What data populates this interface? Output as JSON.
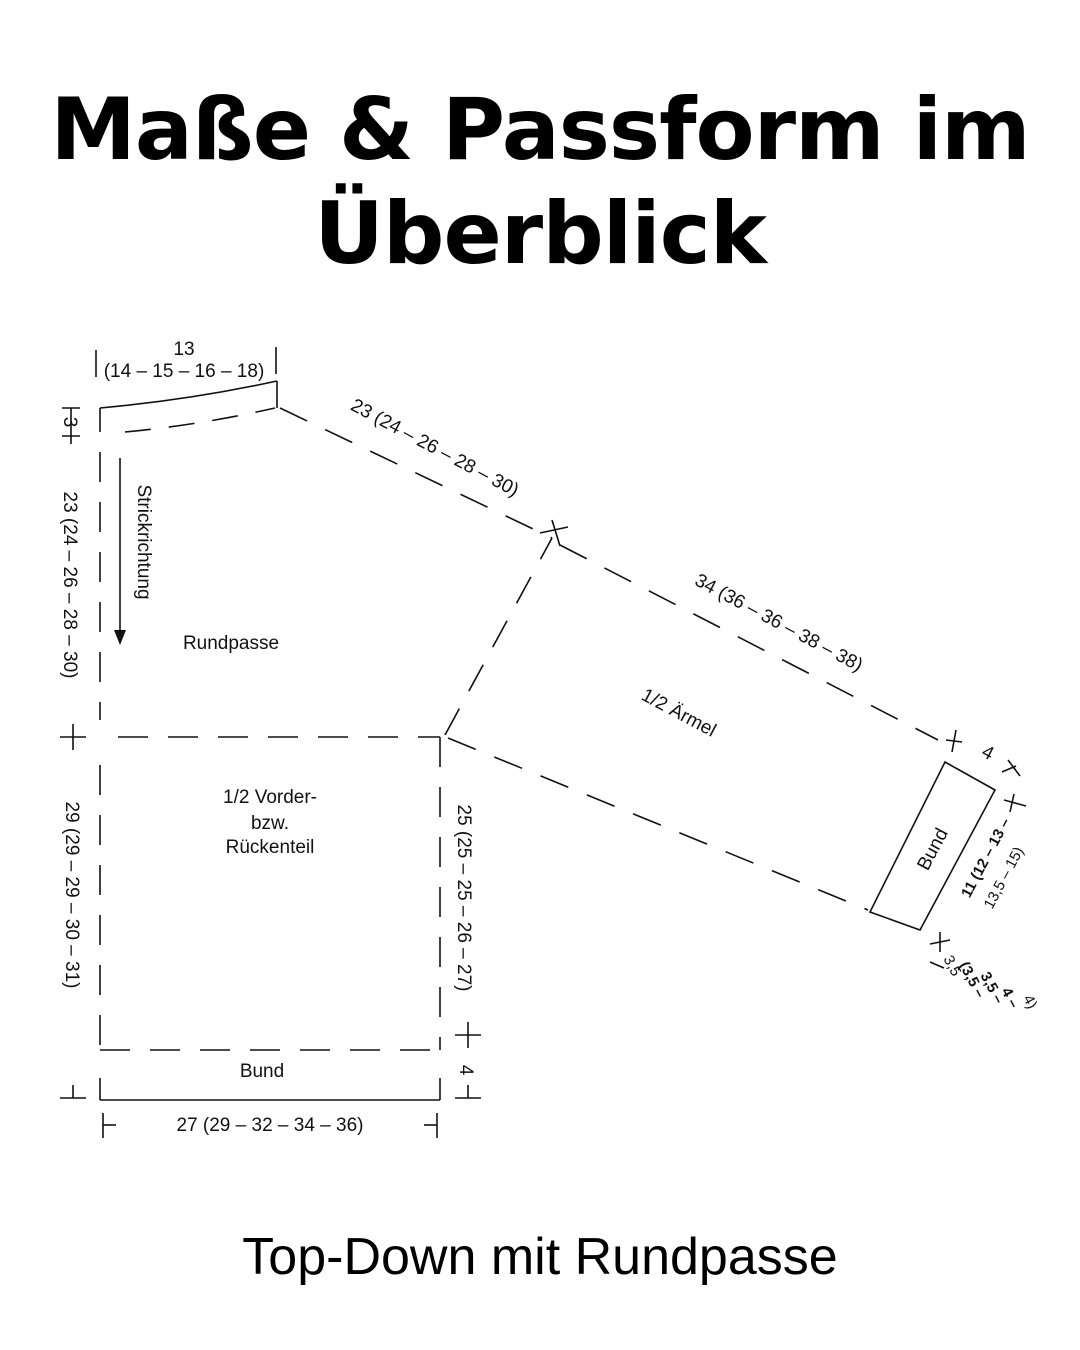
{
  "title": {
    "line1": "Maße & Passform im",
    "line2": "Überblick"
  },
  "subtitle": "Top-Down mit Rundpasse",
  "diagram": {
    "pieces": {
      "yoke": "Rundpasse",
      "body_line1": "1/2 Vorder-",
      "body_line2": "bzw.",
      "body_line3": "Rückenteil",
      "body_hem": "Bund",
      "sleeve": "1/2 Ärmel",
      "cuff": "Bund"
    },
    "direction_label": "Strickrichtung",
    "measurements": {
      "neck_width_main": "13",
      "neck_width_sizes": "(14 – 15 – 16 – 18)",
      "neck_depth": "3",
      "yoke_depth": "23 (24 – 26 – 28 – 30)",
      "raglan": "23 (24 – 26 – 28 – 30)",
      "sleeve_top": "34 (36 – 36 – 38 – 38)",
      "cuff_length": "4",
      "cuff_width_1": "11 (12 – 13 –",
      "cuff_width_2": "13,5 – 15)",
      "cuff_small_1": "3,5",
      "cuff_small_2": "(3,5 –",
      "cuff_small_3": "3,5 –",
      "cuff_small_4": "4 –",
      "cuff_small_5": "4)",
      "body_length": "29 (29 – 29 – 30 – 31)",
      "side_length": "25 (25 – 25 – 26 – 27)",
      "hem_height": "4",
      "body_width": "27 (29 – 32 – 34 – 36)"
    }
  }
}
